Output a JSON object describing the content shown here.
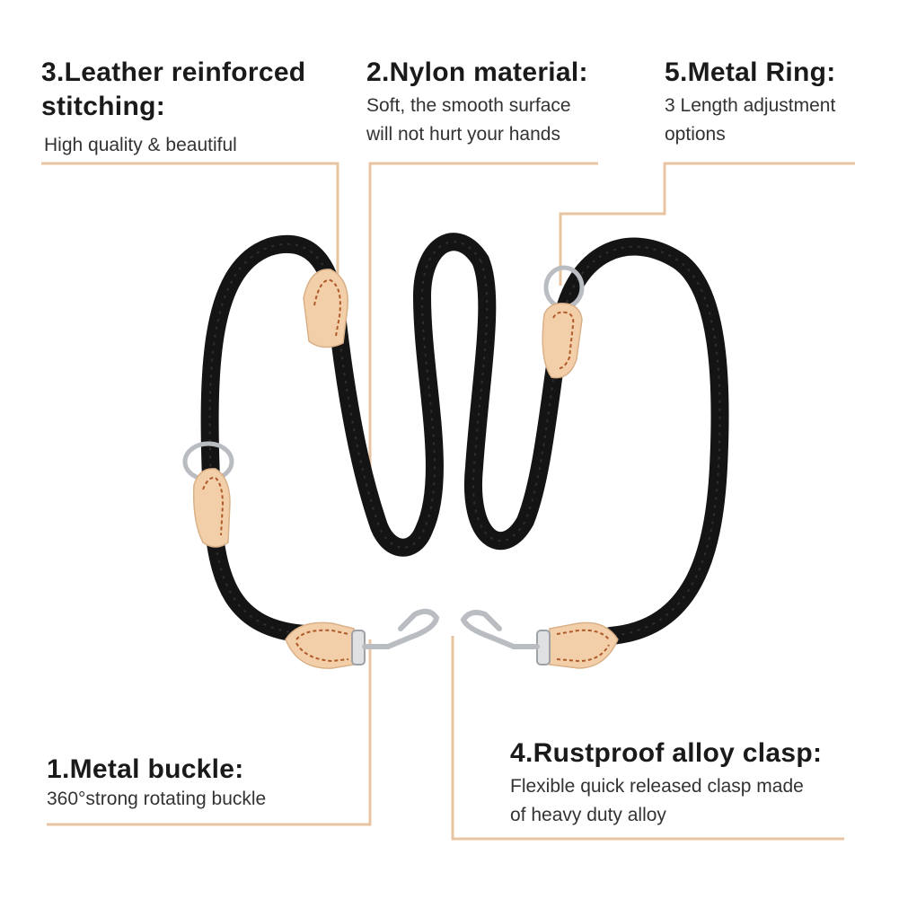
{
  "callouts": {
    "stitching": {
      "title_line1": "3.Leather reinforced",
      "title_line2": "stitching:",
      "desc": "High quality & beautiful"
    },
    "nylon": {
      "title": "2.Nylon material:",
      "desc_line1": "Soft, the smooth surface",
      "desc_line2": "will not hurt your hands"
    },
    "ring": {
      "title": "5.Metal Ring:",
      "desc_line1": "3 Length adjustment",
      "desc_line2": "options"
    },
    "buckle": {
      "title": "1.Metal buckle:",
      "desc": "360°strong rotating buckle"
    },
    "clasp": {
      "title": "4.Rustproof alloy clasp:",
      "desc_line1": "Flexible quick released clasp made",
      "desc_line2": "of heavy duty alloy"
    }
  },
  "colors": {
    "leader_line": "#e8c4a2",
    "rope": "#141414",
    "leather": "#f2cfa8",
    "stitch": "#b05a2a",
    "metal": "#b9bcc0"
  }
}
